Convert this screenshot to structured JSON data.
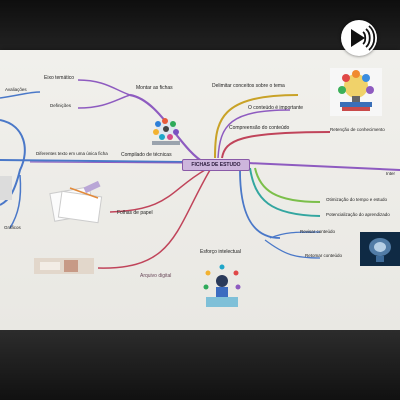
{
  "center": {
    "label": "FICHAS DE ESTUDO"
  },
  "nodes": {
    "montar_fichas": "Montar as fichas",
    "eixo_tematico": "Eixo temático",
    "avaliacoes": "Avaliações",
    "definicoes": "Definições",
    "delimitar": "Delimitar conceitos sobre o tema",
    "conteudo_importante": "O conteúdo é importante",
    "compreensao": "Compreensão do conteúdo",
    "retencao": "Retenção de conhecimento",
    "compilado": "Compilado de técnicas",
    "diferentes_textos": "Diferentes texto em uma única ficha",
    "graficos": "Gráficos",
    "folhas_papel": "Folhas de papel",
    "arquivo_digital": "Arquivo digital",
    "esforco": "Esforço intelectual",
    "otimizacao": "Otimização do tempo e estudo",
    "potencializacao": "Potencialização do aprendizado",
    "revisar": "Revisar conteúdo",
    "retomar": "Retomar conteúdo",
    "inter": "Inter"
  },
  "colors": {
    "purple": "#8e5bc0",
    "gold": "#c9a227",
    "blue": "#4a78c8",
    "teal": "#33a6a0",
    "green": "#7bbf4a",
    "red": "#c0445a",
    "center_fill": "#cdb6dc"
  },
  "icons": {
    "podcast": "podcast-icon",
    "stationery": "stationery-image",
    "books": "books-image",
    "brain": "brain-image",
    "tech": "tech-collage-image",
    "digital": "digital-person-image"
  }
}
